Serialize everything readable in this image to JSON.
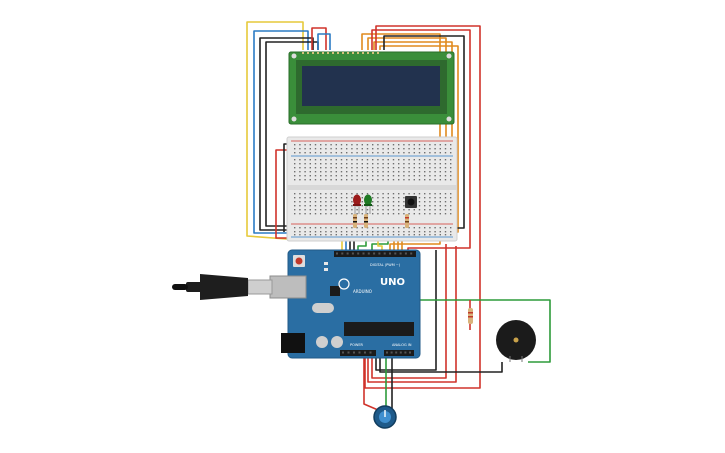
{
  "board": {
    "logo": "UNO",
    "brand": "ARDUINO",
    "digital_label": "DIGITAL (PWM ~)",
    "power_label": "POWER",
    "analog_label": "ANALOG IN"
  },
  "components": {
    "lcd": "lcd-16x2",
    "breadboard": "breadboard-mini",
    "led_red": "led-red",
    "led_green": "led-green",
    "pushbutton": "pushbutton",
    "buzzer": "piezo-buzzer",
    "potentiometer": "potentiometer",
    "usb_cable": "usb-cable"
  },
  "colors": {
    "board": "#2a6ea3",
    "lcd_screen": "#22324e",
    "lcd_pcb": "#3a8e3a",
    "breadboard": "#e9e9e9",
    "wire_red": "#d0332b",
    "wire_black": "#222222",
    "wire_orange": "#e08a1e",
    "wire_yellow": "#e6c93a",
    "wire_blue": "#2b7bc4",
    "wire_green": "#2d9b3a"
  }
}
